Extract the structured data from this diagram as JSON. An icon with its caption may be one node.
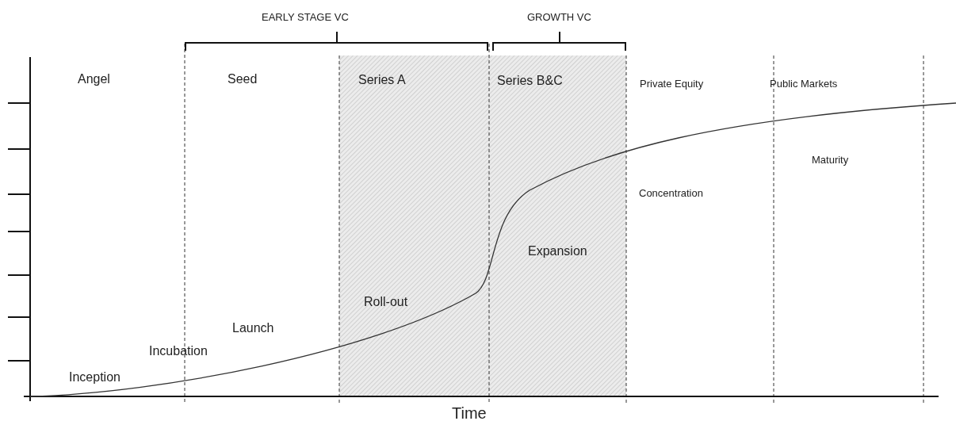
{
  "diagram": {
    "labels": [
      "EARLY STAGE VC",
      "GROWTH VC",
      "Angel",
      "Seed",
      "Series A",
      "Series B&C",
      "Private Equity",
      "Public Markets",
      "Maturity",
      "Concentration",
      "Expansion",
      "Roll-out",
      "Launch",
      "Incubation",
      "Inception",
      "Time"
    ]
  }
}
